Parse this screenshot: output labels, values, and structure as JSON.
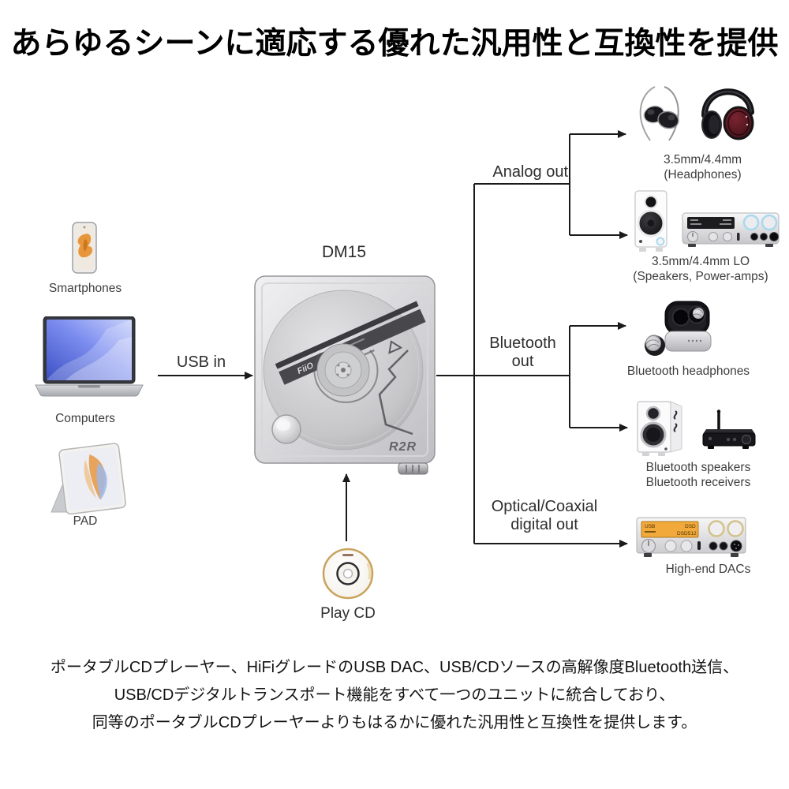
{
  "title": "あらゆるシーンに適応する優れた汎用性と互換性を提供",
  "device": {
    "model": "DM15",
    "brand": "FiiO",
    "logo": "R2R"
  },
  "sources": {
    "smartphones": "Smartphones",
    "computers": "Computers",
    "pad": "PAD"
  },
  "flows": {
    "usb_in": "USB in",
    "play_cd": "Play CD",
    "analog_out": "Analog out",
    "bluetooth_out": {
      "line1": "Bluetooth",
      "line2": "out"
    },
    "digital_out": {
      "line1": "Optical/Coaxial",
      "line2": "digital out"
    }
  },
  "outputs": {
    "headphones": {
      "line1": "3.5mm/4.4mm",
      "line2": "(Headphones)"
    },
    "line_out": {
      "line1": "3.5mm/4.4mm LO",
      "line2": "(Speakers, Power-amps)"
    },
    "bt_headphones": {
      "line1": "Bluetooth headphones"
    },
    "bt_speakers": {
      "line1": "Bluetooth speakers",
      "line2": "Bluetooth receivers"
    },
    "dacs": {
      "line1": "High-end DACs"
    }
  },
  "dac_display": {
    "left": "USB",
    "right": "DSD",
    "bottom_right": "DSD512"
  },
  "footer": {
    "line1": "ポータブルCDプレーヤー、HiFiグレードのUSB DAC、USB/CDソースの高解像度Bluetooth送信、",
    "line2": "USB/CDデジタルトランスポート機能をすべて一つのユニットに統合しており、",
    "line3": "同等のポータブルCDプレーヤーよりもはるかに優れた汎用性と互換性を提供します。"
  },
  "colors": {
    "line": "#1a1a1a",
    "title_text": "#000000",
    "label_text": "#3d3d3d",
    "dac_display": "#f2a93b",
    "headphone_cup": "#5c1a24",
    "knob_ring_blue": "#a9d9ef",
    "phone_wallpaper": "#e8963c",
    "laptop_wallpaper": "#5a6fdd",
    "cd_rim_gold": "#c9a35c"
  }
}
